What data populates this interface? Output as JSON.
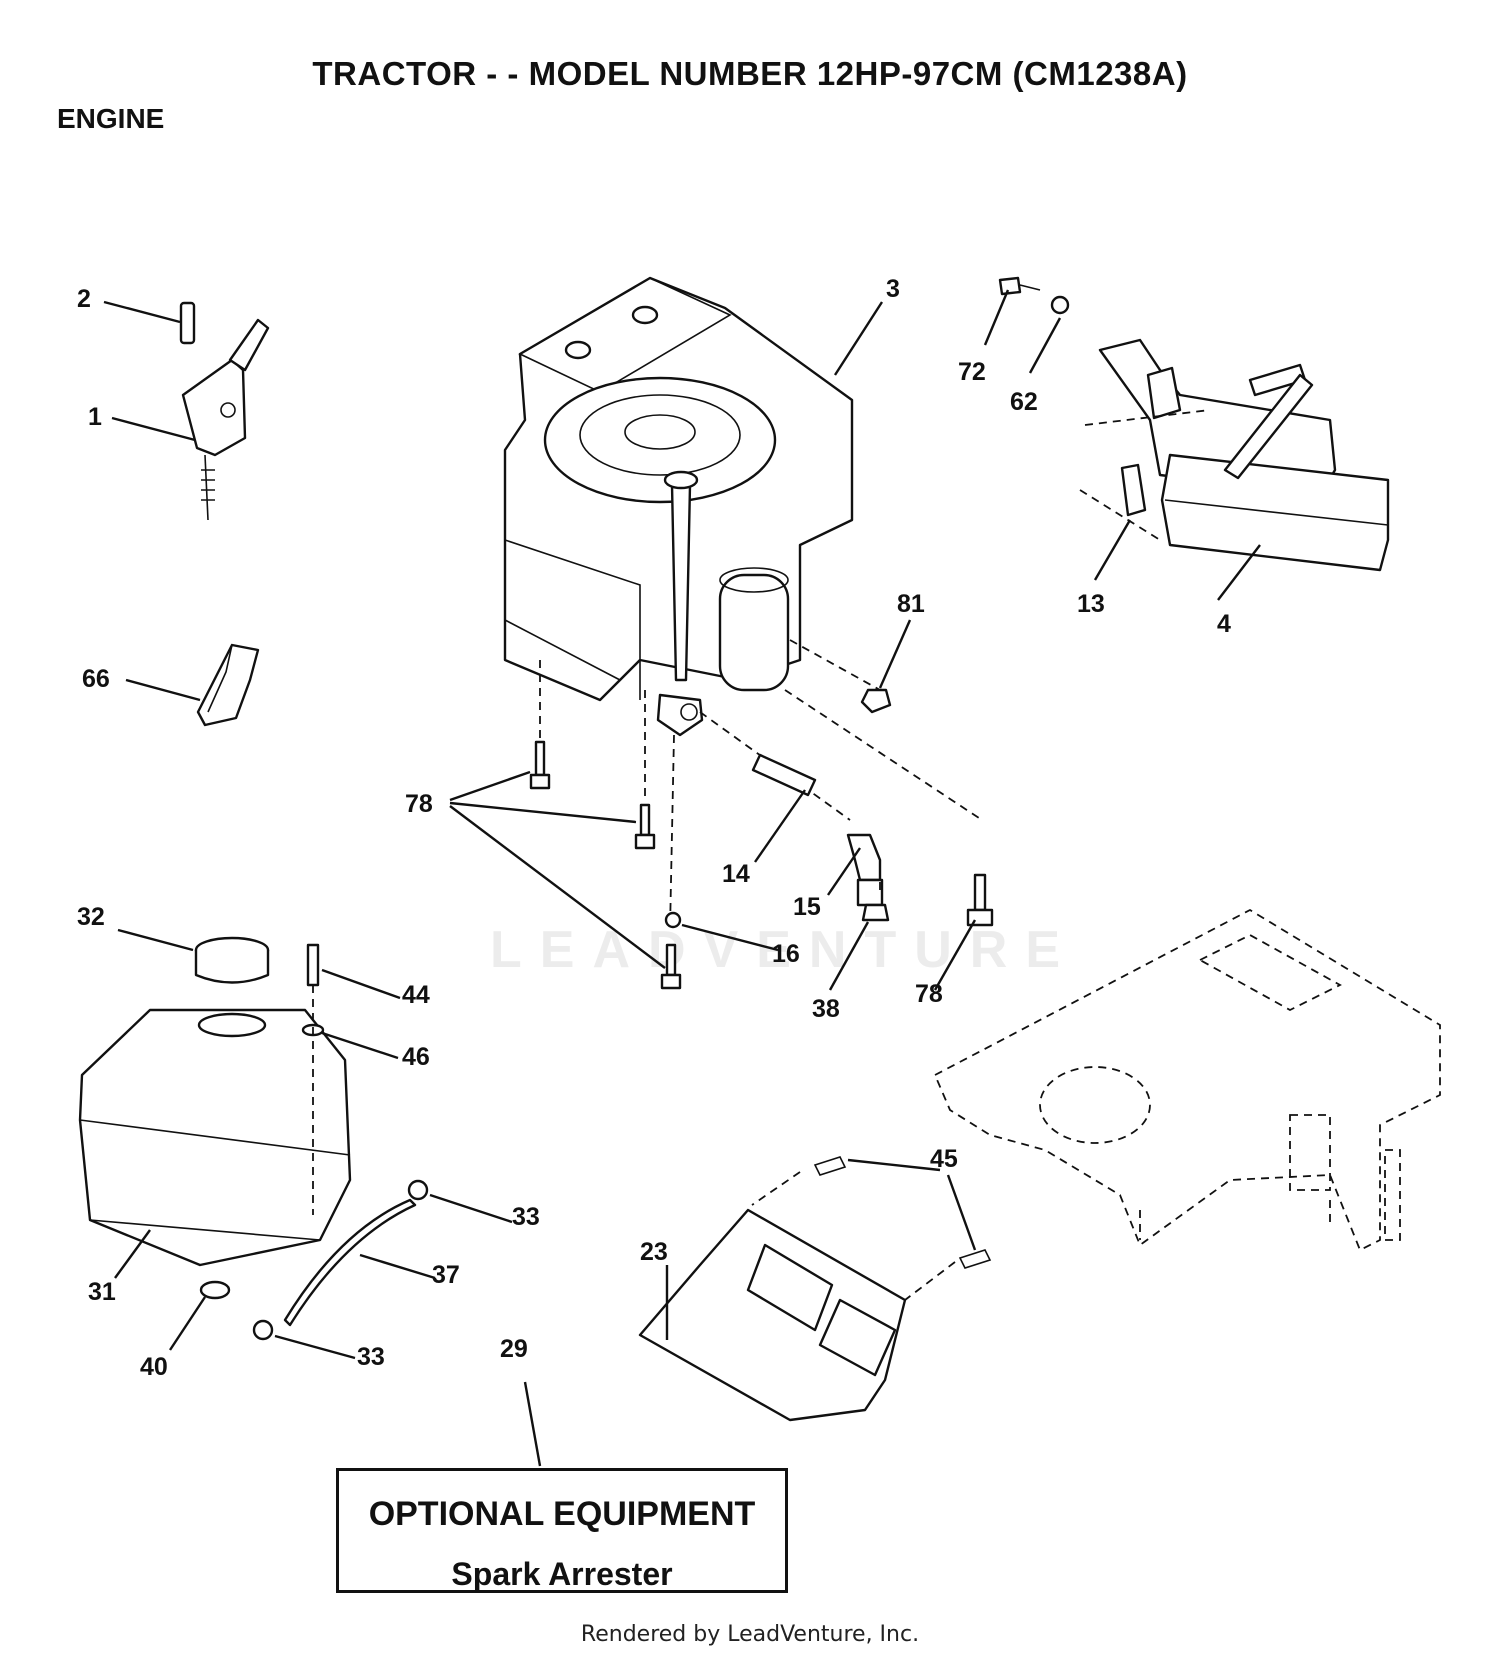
{
  "header": {
    "title": "TRACTOR - - MODEL NUMBER 12HP-97CM (CM1238A)",
    "section": "ENGINE"
  },
  "callouts": [
    "2",
    "1",
    "66",
    "3",
    "72",
    "62",
    "13",
    "4",
    "81",
    "78",
    "14",
    "15",
    "16",
    "78",
    "38",
    "32",
    "44",
    "46",
    "31",
    "40",
    "33",
    "37",
    "33",
    "29",
    "23",
    "45"
  ],
  "optional_equipment": {
    "title": "OPTIONAL EQUIPMENT",
    "item": "Spark Arrester"
  },
  "watermark": "LEADVENTURE",
  "footer": "Rendered by LeadVenture, Inc."
}
